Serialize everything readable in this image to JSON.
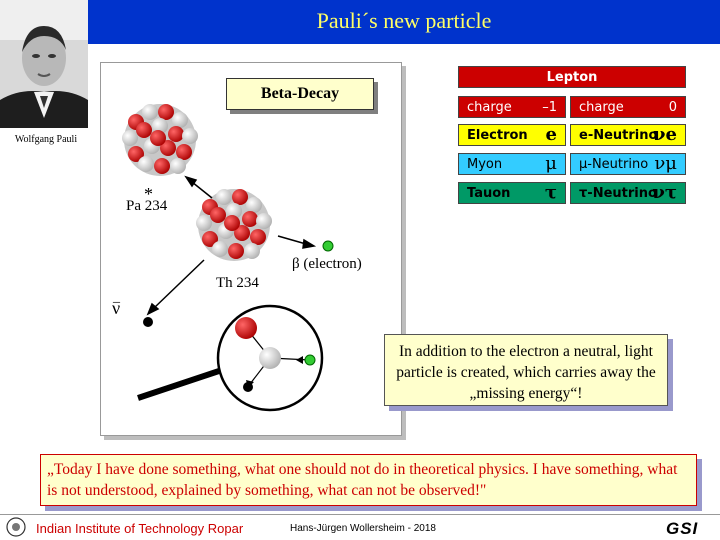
{
  "title": "Pauli´s new particle",
  "portrait": {
    "caption": "Wolfgang Pauli"
  },
  "panel": {
    "beta_decay_label": "Beta-Decay",
    "pa_star": "*",
    "pa_label": "Pa 234",
    "th_label": "Th 234",
    "beta_symbol": "β",
    "beta_text": " (electron)",
    "nu_symbol": "ν"
  },
  "leptons": {
    "header": "Lepton",
    "charge_left_label": "charge",
    "charge_left_value": "–1",
    "charge_right_label": "charge",
    "charge_right_value": "0",
    "rows": [
      {
        "left_label": "Electron",
        "left_symbol": "e",
        "right_label": "e-Neutrino",
        "right_symbol": "νe"
      },
      {
        "left_label": "Myon",
        "left_symbol": "μ",
        "right_label": "μ-Neutrino",
        "right_symbol": "νμ"
      },
      {
        "left_label": "Tauon",
        "left_symbol": "τ",
        "right_label": "τ-Neutrino",
        "right_symbol": "ντ"
      }
    ]
  },
  "info_text": "In addition to the electron a neutral, light particle is created, which carries away the „missing energy“!",
  "quote": "„Today I have done something, what one should not do in theoretical physics. I have something, what is not understood, explained by something, what can not be observed!\"",
  "footer": {
    "institute": "Indian Institute of Technology Ropar",
    "author": "Hans-Jürgen Wollersheim  - 2018",
    "logo_text": "GSI"
  },
  "colors": {
    "title_bar": "#0033cc",
    "title_text": "#ffff66",
    "lepton_red": "#cc0000",
    "electron_yellow": "#ffff00",
    "myon_cyan": "#33ccff",
    "tauon_green": "#009966",
    "note_yellow": "#ffffcc"
  }
}
